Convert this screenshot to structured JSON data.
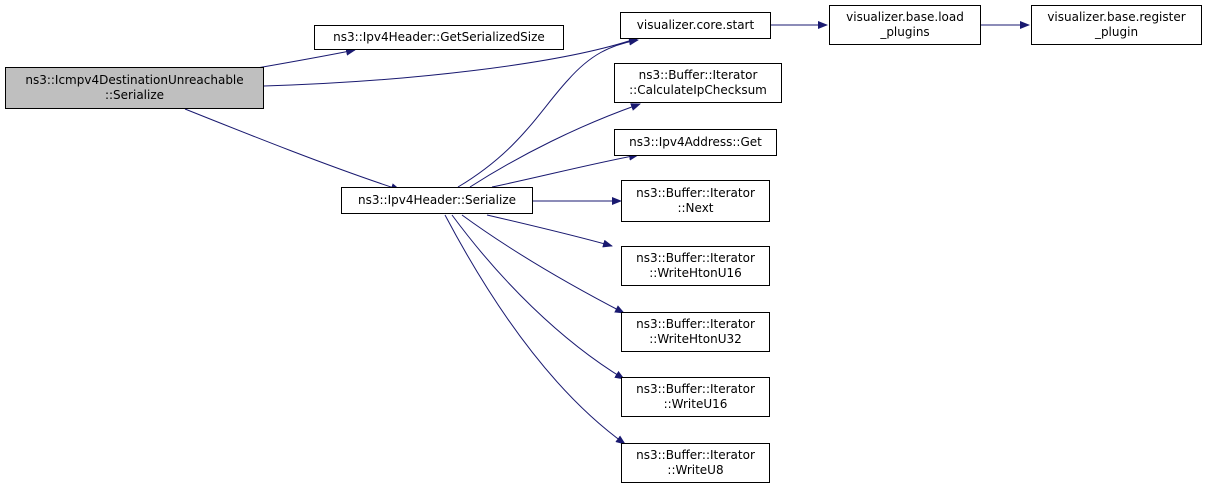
{
  "graph": {
    "root": {
      "line1": "ns3::Icmpv4DestinationUnreachable",
      "line2": "::Serialize"
    },
    "nodes": {
      "get_serialized_size": {
        "line1": "ns3::Ipv4Header::GetSerializedSize"
      },
      "core_start": {
        "line1": "visualizer.core.start"
      },
      "load_plugins": {
        "line1": "visualizer.base.load",
        "line2": "_plugins"
      },
      "register_plugin": {
        "line1": "visualizer.base.register",
        "line2": "_plugin"
      },
      "ipv4_serialize": {
        "line1": "ns3::Ipv4Header::Serialize"
      },
      "calc_checksum": {
        "line1": "ns3::Buffer::Iterator",
        "line2": "::CalculateIpChecksum"
      },
      "ipv4addr_get": {
        "line1": "ns3::Ipv4Address::Get"
      },
      "iter_next": {
        "line1": "ns3::Buffer::Iterator",
        "line2": "::Next"
      },
      "write_htonu16": {
        "line1": "ns3::Buffer::Iterator",
        "line2": "::WriteHtonU16"
      },
      "write_htonu32": {
        "line1": "ns3::Buffer::Iterator",
        "line2": "::WriteHtonU32"
      },
      "write_u16": {
        "line1": "ns3::Buffer::Iterator",
        "line2": "::WriteU16"
      },
      "write_u8": {
        "line1": "ns3::Buffer::Iterator",
        "line2": "::WriteU8"
      }
    },
    "edges": [
      [
        "root",
        "get_serialized_size"
      ],
      [
        "root",
        "core_start"
      ],
      [
        "root",
        "ipv4_serialize"
      ],
      [
        "core_start",
        "load_plugins"
      ],
      [
        "load_plugins",
        "register_plugin"
      ],
      [
        "ipv4_serialize",
        "core_start"
      ],
      [
        "ipv4_serialize",
        "calc_checksum"
      ],
      [
        "ipv4_serialize",
        "ipv4addr_get"
      ],
      [
        "ipv4_serialize",
        "iter_next"
      ],
      [
        "ipv4_serialize",
        "write_htonu16"
      ],
      [
        "ipv4_serialize",
        "write_htonu32"
      ],
      [
        "ipv4_serialize",
        "write_u16"
      ],
      [
        "ipv4_serialize",
        "write_u8"
      ]
    ],
    "colors": {
      "edge": "#191970",
      "root_fill": "#bfbfbf",
      "node_fill": "#ffffff",
      "border": "#000000"
    }
  }
}
